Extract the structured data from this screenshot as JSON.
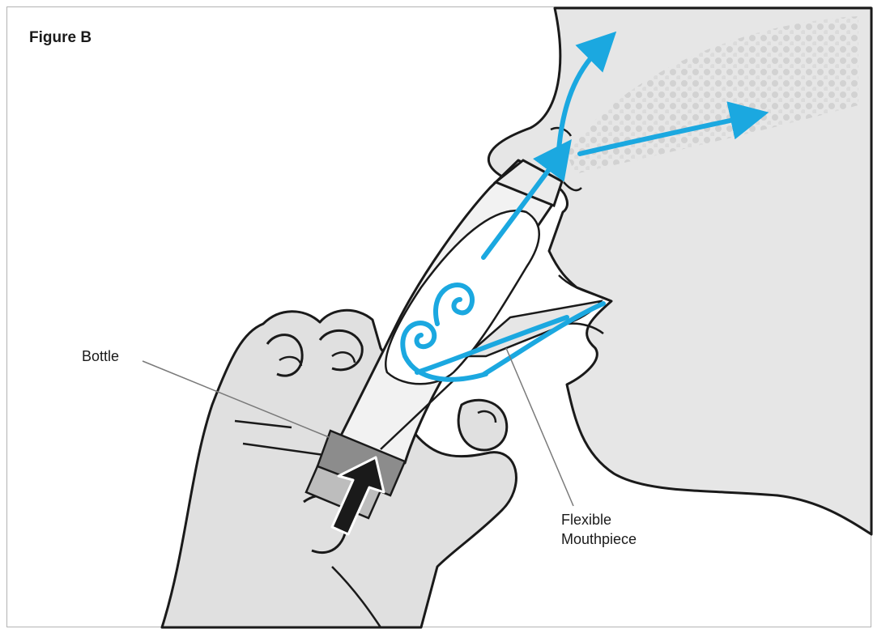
{
  "figure": {
    "title": "Figure B"
  },
  "labels": {
    "bottle": "Bottle",
    "mouthpiece_line1": "Flexible",
    "mouthpiece_line2": "Mouthpiece"
  },
  "colors": {
    "face_fill": "#e6e6e6",
    "hand_fill": "#e0e0e0",
    "device_fill": "#f2f2f2",
    "outline": "#1a1a1a",
    "airflow_arrow": "#1ba8e0",
    "push_arrow": "#1a1a1a",
    "collar_dark": "#8c8c8c",
    "collar_light": "#bdbdbd",
    "spray_dots": "#cfcfcf"
  },
  "icons": {
    "airflow": "airflow-arrow-icon",
    "push": "push-arrow-icon"
  }
}
